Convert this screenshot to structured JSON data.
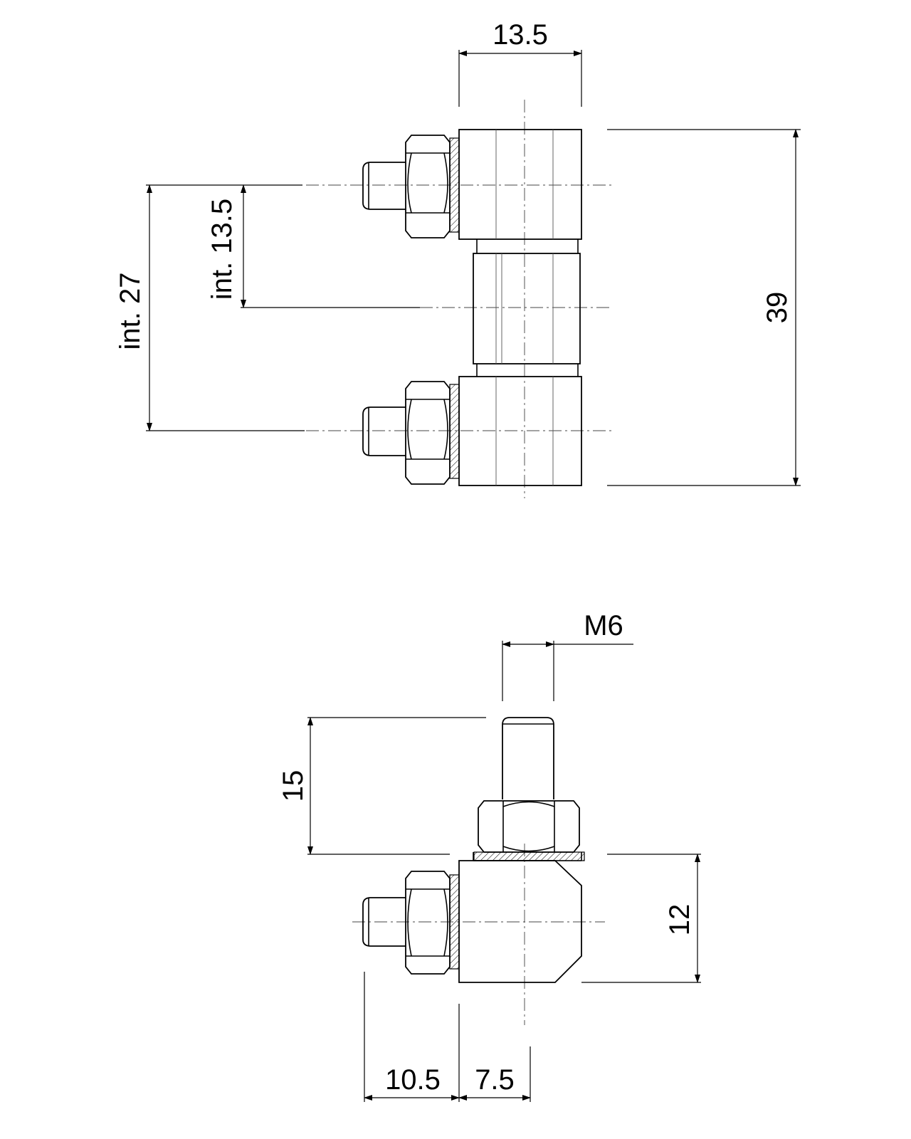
{
  "dimensions": {
    "top_width": "13.5",
    "top_int_small": "int. 13.5",
    "top_int_large": "int. 27",
    "top_height": "39",
    "thread": "M6",
    "stud_length": "15",
    "body_height": "12",
    "offset_left": "10.5",
    "offset_right": "7.5"
  }
}
